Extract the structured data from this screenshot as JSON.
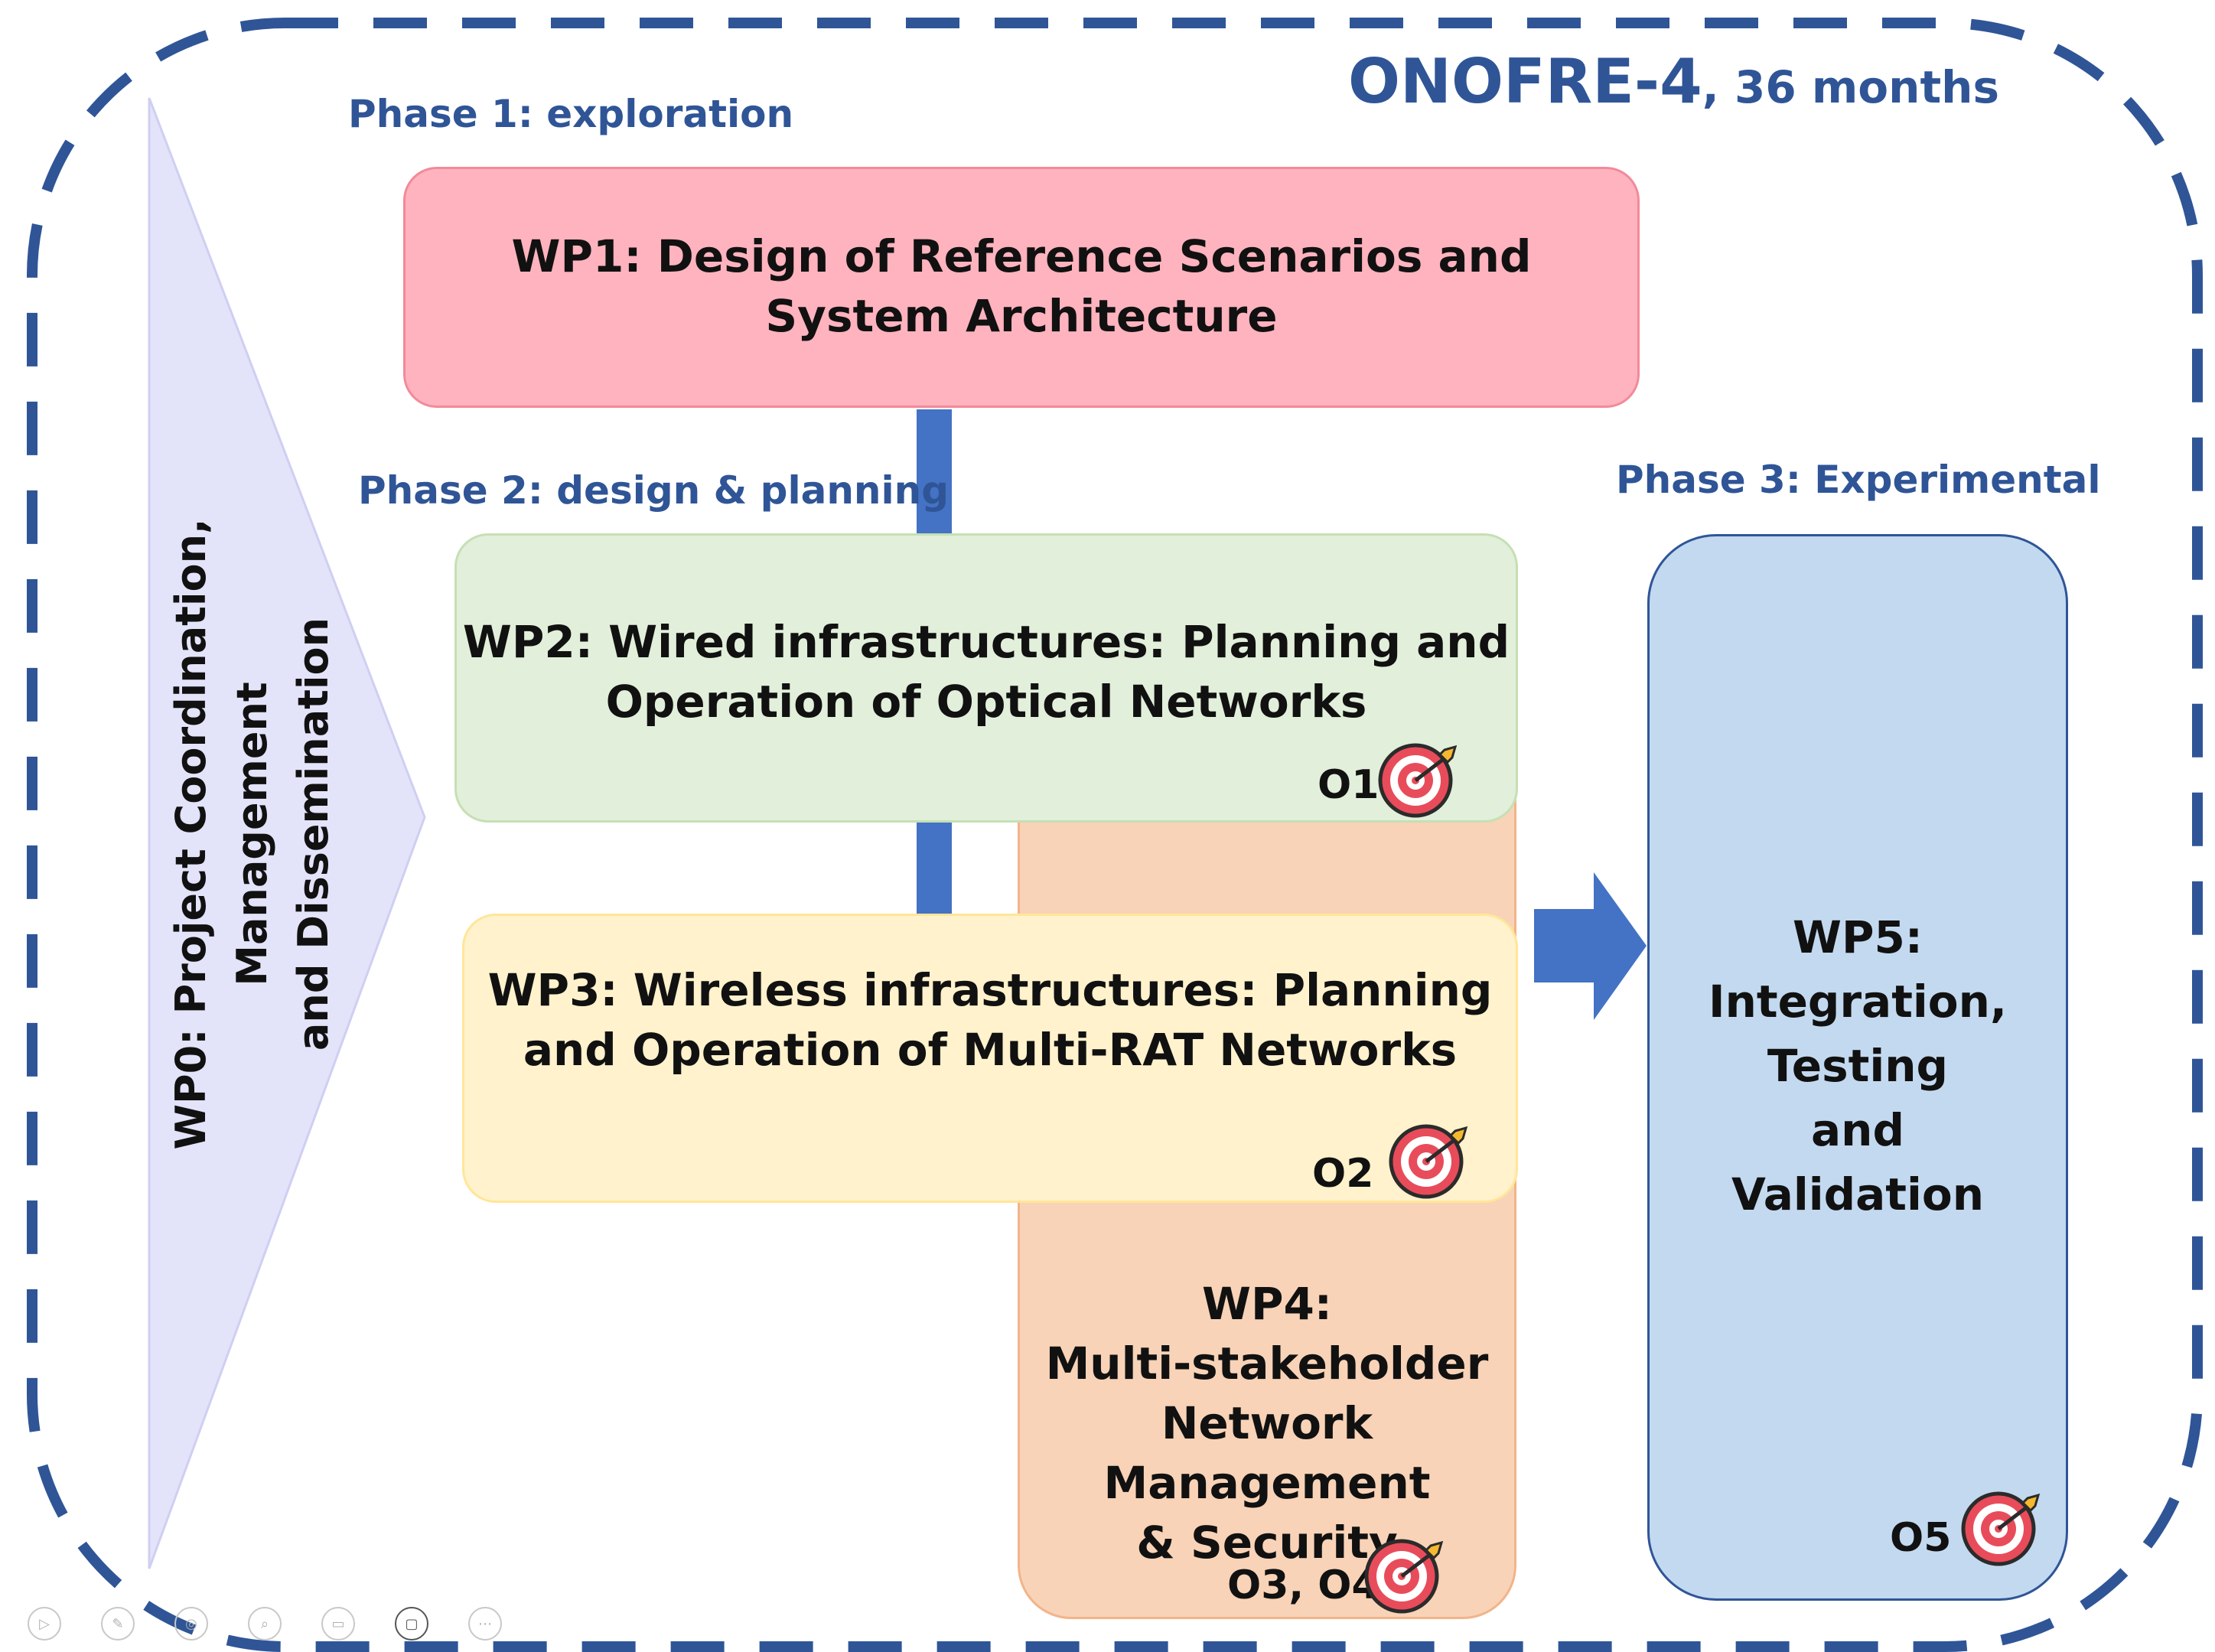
{
  "title": {
    "name": "ONOFRE-4",
    "duration": ", 36 months"
  },
  "phases": {
    "phase1": "Phase 1: exploration",
    "phase2": "Phase 2: design & planning",
    "phase3": "Phase 3: Experimental"
  },
  "wp0": {
    "label": "WP0: Project Coordination, Management\nand Dissemination"
  },
  "wp1": {
    "label": "WP1: Design of Reference Scenarios and\nSystem Architecture"
  },
  "wp2": {
    "label": "WP2: Wired infrastructures: Planning and\nOperation of Optical Networks",
    "objective": "O1"
  },
  "wp3": {
    "label": "WP3: Wireless infrastructures: Planning\nand Operation of Multi-RAT Networks",
    "objective": "O2"
  },
  "wp4": {
    "label": "WP4:\nMulti-stakeholder\nNetwork Management\n& Security",
    "objective": "O3, O4"
  },
  "wp5": {
    "label": "WP5: Integration,\nTesting\nand\nValidation",
    "objective": "O5"
  },
  "colors": {
    "frame": "#2f5597",
    "wp0": "#e3e3fa",
    "wp1": "#ffb3be",
    "wp2": "#e2efda",
    "wp3": "#fff2cc",
    "wp4": "#f8d3b7",
    "wp5": "#c3d9f0",
    "connector": "#4472c4"
  },
  "toolbar": [
    "play-icon",
    "pen-icon",
    "pointer-icon",
    "zoom-icon",
    "subtitles-icon",
    "camera-icon",
    "more-icon"
  ]
}
